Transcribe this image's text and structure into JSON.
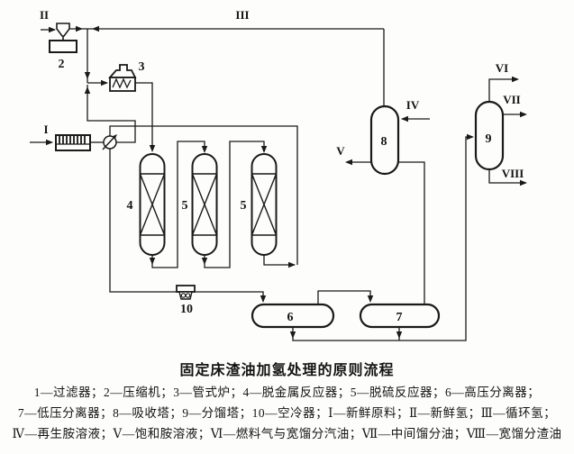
{
  "figure": {
    "caption_title": "固定床渣油加氢处理的原则流程",
    "legend": {
      "line1": "1—过滤器；2—压缩机；3—管式炉；4—脱金属反应器；5—脱硫反应器；6—高压分离器；",
      "line2": "7—低压分离器；8—吸收塔；9—分馏塔；10—空冷器；Ⅰ—新鲜原料；Ⅱ—新鲜氢；Ⅲ—循环氢；",
      "line3": "Ⅳ—再生胺溶液；Ⅴ—饱和胺溶液；Ⅵ—燃料气与宽馏分汽油；Ⅶ—中间馏分油；Ⅷ—宽馏分渣油"
    },
    "equipment": {
      "compressor": "2",
      "furnace": "3",
      "demetallization_reactor": "4",
      "desulfurization_reactor_1": "5",
      "desulfurization_reactor_2": "5",
      "hp_separator": "6",
      "lp_separator": "7",
      "absorber": "8",
      "fractionator": "9",
      "air_cooler": "10"
    },
    "streams": {
      "fresh_feed": "I",
      "fresh_hydrogen": "II",
      "recycle_hydrogen": "III",
      "regenerated_amine": "IV",
      "saturated_amine": "V",
      "fuel_gas_and_gasoline": "VI",
      "middle_distillate": "VII",
      "wide_cut_residue": "VIII"
    },
    "colors": {
      "line": "#1a1a1a",
      "background": "#fdfdfc"
    }
  }
}
